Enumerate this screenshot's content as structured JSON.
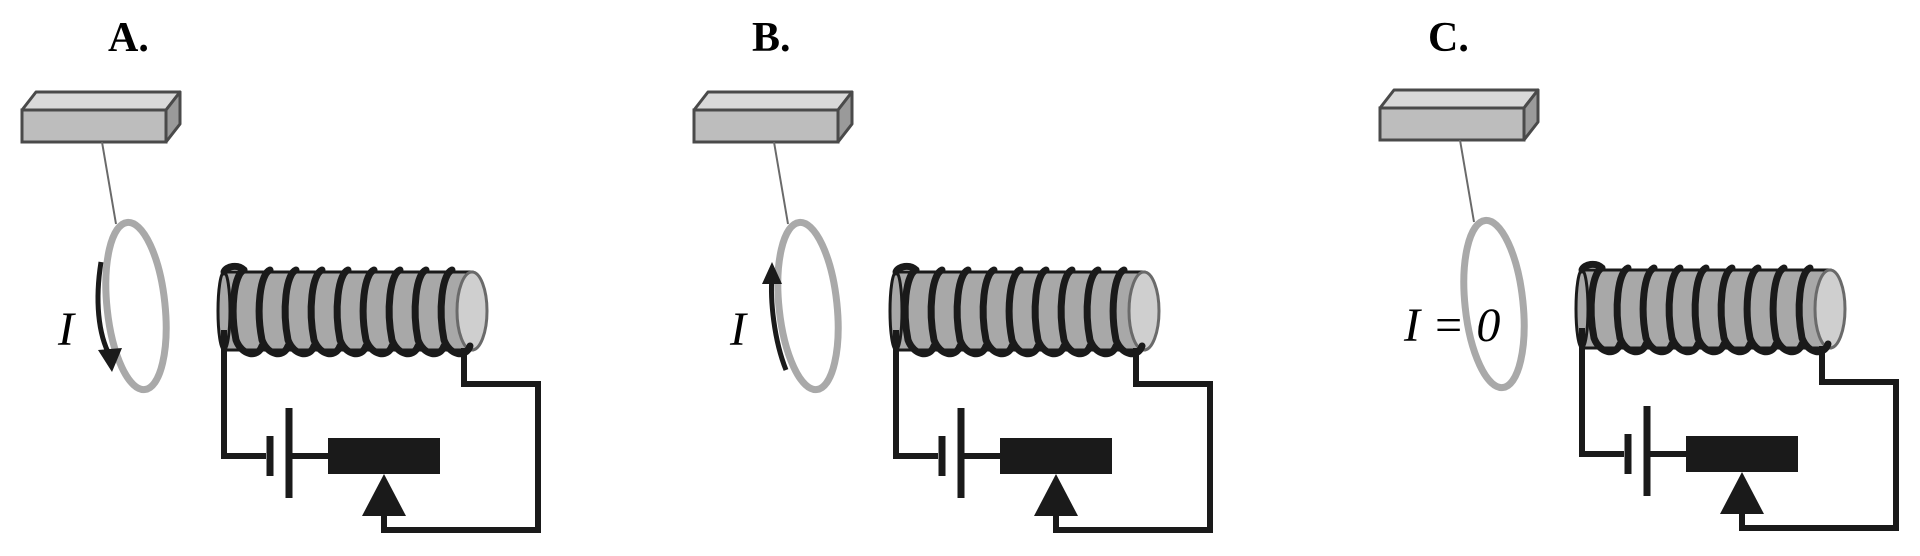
{
  "panels": [
    {
      "id": "A",
      "label": "A.",
      "current_label": "I",
      "current_direction": "down"
    },
    {
      "id": "B",
      "label": "B.",
      "current_label": "I",
      "current_direction": "up"
    },
    {
      "id": "C",
      "label": "C.",
      "current_label": "I = 0",
      "current_direction": "none"
    }
  ],
  "colors": {
    "stroke": "#1a1a1a",
    "support_fill": "#bdbdbd",
    "support_side": "#9a9a9a",
    "ring": "#a9a9a9",
    "coil_body": "#a8a8a8",
    "coil_end": "#cfcfcf"
  }
}
